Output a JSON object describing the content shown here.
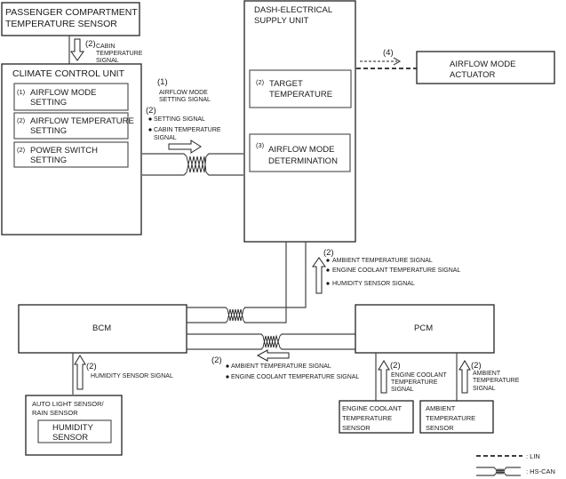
{
  "diagram": {
    "components": {
      "passenger_sensor": {
        "line1": "PASSENGER COMPARTMENT",
        "line2": "TEMPERATURE SENSOR"
      },
      "climate_control_unit": {
        "title": "CLIMATE CONTROL UNIT",
        "functions": [
          {
            "num": "(1)",
            "line1": "AIRFLOW MODE",
            "line2": "SETTING"
          },
          {
            "num": "(2)",
            "line1": "AIRFLOW TEMPERATURE",
            "line2": "SETTING"
          },
          {
            "num": "(2)",
            "line1": "POWER SWITCH",
            "line2": "SETTING"
          }
        ]
      },
      "dash_electrical_supply_unit": {
        "line1": "DASH-ELECTRICAL",
        "line2": "SUPPLY UNIT",
        "functions": [
          {
            "num": "(2)",
            "line1": "TARGET",
            "line2": "TEMPERATURE"
          },
          {
            "num": "(3)",
            "line1": "AIRFLOW MODE",
            "line2": "DETERMINATION"
          }
        ]
      },
      "airflow_mode_actuator": {
        "line1": "AIRFLOW MODE",
        "line2": "ACTUATOR"
      },
      "bcm": {
        "label": "BCM"
      },
      "pcm": {
        "label": "PCM"
      },
      "auto_light_sensor": {
        "line1": "AUTO LIGHT SENSOR/",
        "line2": "RAIN SENSOR",
        "inner_line1": "HUMIDITY",
        "inner_line2": "SENSOR"
      },
      "engine_coolant_sensor": {
        "line1": "ENGINE COOLANT",
        "line2": "TEMPERATURE",
        "line3": "SENSOR"
      },
      "ambient_sensor": {
        "line1": "AMBIENT",
        "line2": "TEMPERATURE",
        "line3": "SENSOR"
      }
    },
    "signals": {
      "cabin_temp": {
        "num": "(2)",
        "line1": "CABIN",
        "line2": "TEMPERATURE",
        "line3": "SIGNAL"
      },
      "ccu_to_dash": {
        "num1": "(1)",
        "s1_line1": "AIRFLOW MODE",
        "s1_line2": "SETTING SIGNAL",
        "num2": "(2)",
        "bullets": [
          "SETTING SIGNAL",
          "CABIN TEMPERATURE"
        ],
        "bullet2_line2": "SIGNAL"
      },
      "actuator": {
        "num": "(4)"
      },
      "bcm_to_dash": {
        "num": "(2)",
        "bullets": [
          "AMBIENT TEMPERATURE SIGNAL",
          "ENGINE COOLANT TEMPERATURE SIGNAL",
          "HUMIDITY SENSOR SIGNAL"
        ]
      },
      "pcm_to_bcm": {
        "num": "(2)",
        "bullets": [
          "AMBIENT TEMPERATURE SIGNAL",
          "ENGINE COOLANT TEMPERATURE SIGNAL"
        ]
      },
      "humidity": {
        "num": "(2)",
        "label": "HUMIDITY SENSOR SIGNAL"
      },
      "engine_coolant": {
        "num": "(2)",
        "line1": "ENGINE COOLANT",
        "line2": "TEMPERATURE",
        "line3": "SIGNAL"
      },
      "ambient": {
        "num": "(2)",
        "line1": "AMBIENT",
        "line2": "TEMPERATURE",
        "line3": "SIGNAL"
      }
    },
    "legend": [
      {
        "key": "lin",
        "label": ": LIN"
      },
      {
        "key": "hs_can",
        "label": ": HS-CAN"
      }
    ]
  }
}
